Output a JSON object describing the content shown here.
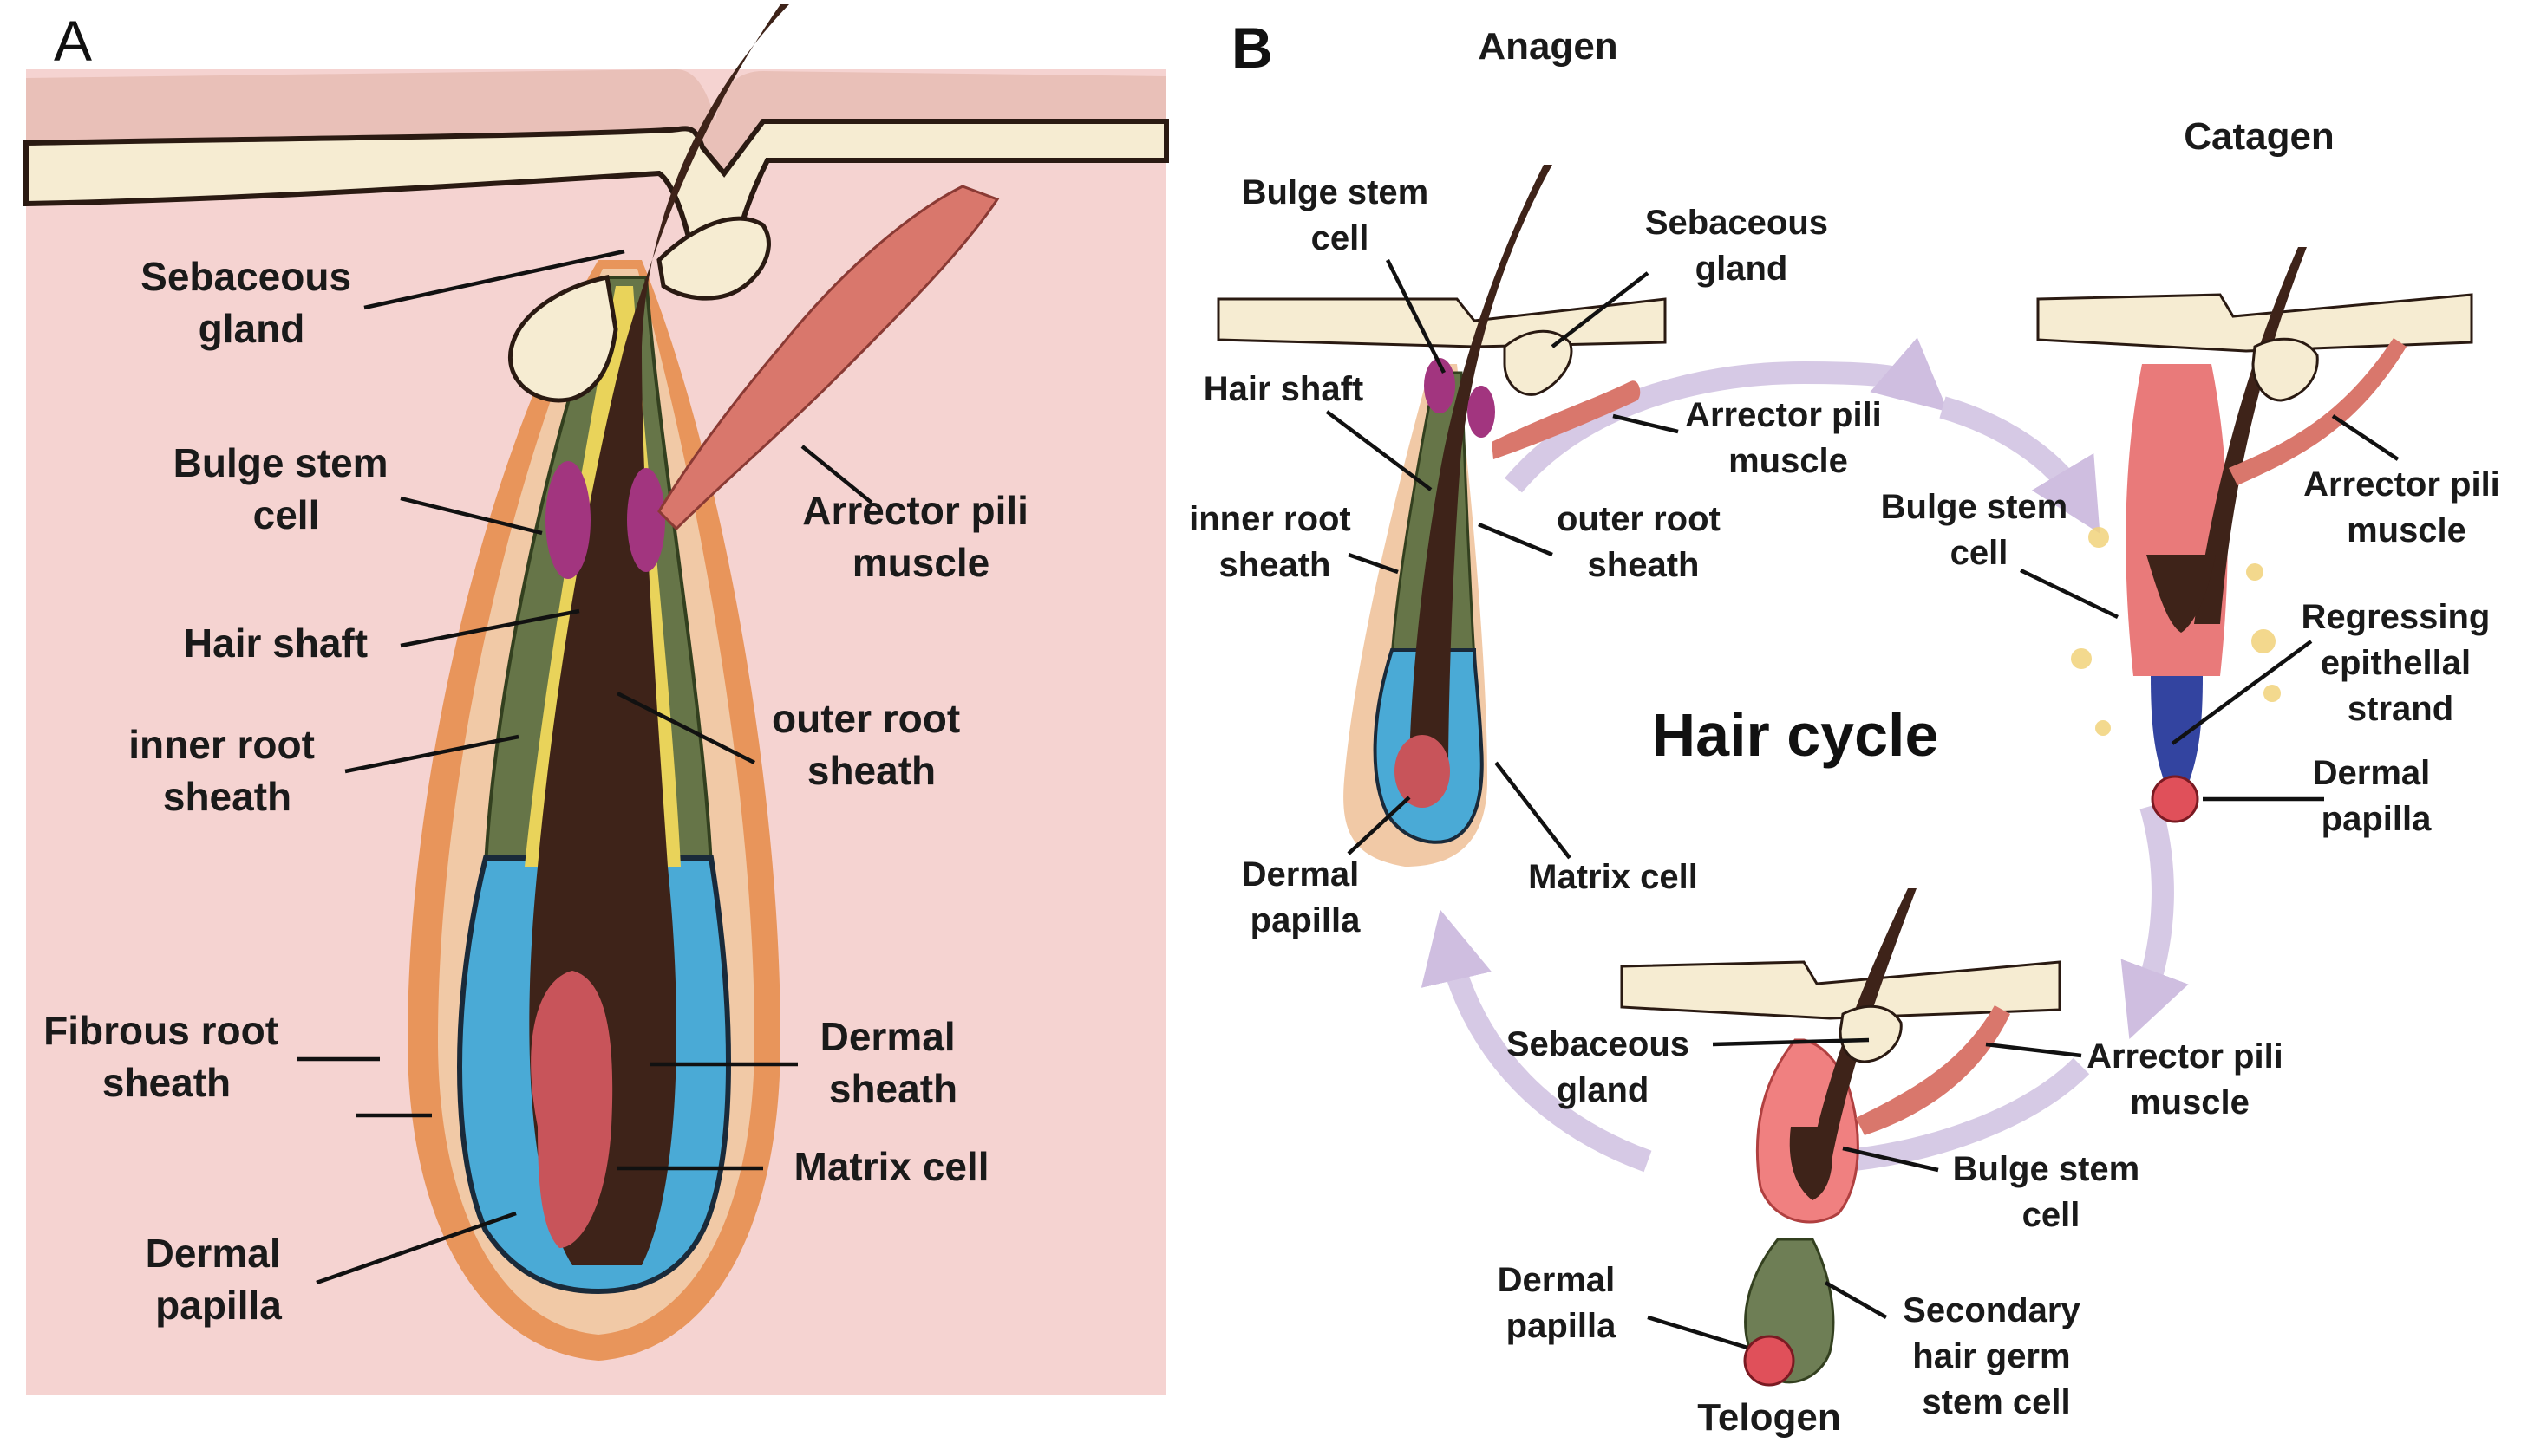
{
  "panel_a": {
    "letter": "A",
    "labels": {
      "sebaceous_gland": [
        "Sebaceous",
        "gland"
      ],
      "bulge_stem_cell": [
        "Bulge stem",
        "cell"
      ],
      "hair_shaft": [
        "Hair shaft"
      ],
      "inner_root_sheath": [
        "inner root",
        "sheath"
      ],
      "fibrous_root_sheath": [
        "Fibrous root",
        "sheath"
      ],
      "dermal_papilla": [
        "Dermal",
        "papilla"
      ],
      "arrector_pili_muscle": [
        "Arrector pili",
        "muscle"
      ],
      "outer_root_sheath": [
        "outer root",
        "sheath"
      ],
      "dermal_sheath": [
        "Dermal",
        "sheath"
      ],
      "matrix_cell": [
        "Matrix cell"
      ]
    }
  },
  "panel_b": {
    "letter": "B",
    "center_title": "Hair cycle",
    "anagen": {
      "stage": "Anagen",
      "labels": {
        "bulge_stem_cell": [
          "Bulge stem",
          "cell"
        ],
        "sebaceous_gland": [
          "Sebaceous",
          "gland"
        ],
        "hair_shaft": [
          "Hair shaft"
        ],
        "arrector_pili_muscle": [
          "Arrector pili",
          "muscle"
        ],
        "inner_root_sheath": [
          "inner root",
          "sheath"
        ],
        "outer_root_sheath": [
          "outer root",
          "sheath"
        ],
        "dermal_papilla": [
          "Dermal",
          "papilla"
        ],
        "matrix_cell": [
          "Matrix cell"
        ]
      }
    },
    "catagen": {
      "stage": "Catagen",
      "labels": {
        "bulge_stem_cell": [
          "Bulge stem",
          "cell"
        ],
        "arrector_pili_muscle": [
          "Arrector pili",
          "muscle"
        ],
        "regressing_epithelial_strand": [
          "Regressing",
          "epithellal",
          "strand"
        ],
        "dermal_papilla": [
          "Dermal",
          "papilla"
        ]
      }
    },
    "telogen": {
      "stage": "Telogen",
      "labels": {
        "sebaceous_gland": [
          "Sebaceous",
          "gland"
        ],
        "arrector_pili_muscle": [
          "Arrector pili",
          "muscle"
        ],
        "bulge_stem_cell": [
          "Bulge stem",
          "cell"
        ],
        "dermal_papilla": [
          "Dermal",
          "papilla"
        ],
        "secondary_hair_germ_stem_cell": [
          "Secondary",
          "hair germ",
          "stem cell"
        ]
      }
    }
  },
  "colors": {
    "dermis_bg": "#f5d3d1",
    "epidermis": "#e9c0b8",
    "skin_cream": "#f6ecd2",
    "hair_shaft": "#3e2319",
    "outer_root_sheath": "#667548",
    "inner_root_sheath": "#e9d35a",
    "bulge_stem_cell": "#a2357f",
    "matrix_cell": "#4aaad6",
    "dermal_papilla": "#c8545a",
    "fibrous_sheath": "#e8955b",
    "arrector_muscle": "#d9776c",
    "cycle_arrow": "#b59ed0",
    "epithelial_strand": "#3344a0"
  }
}
